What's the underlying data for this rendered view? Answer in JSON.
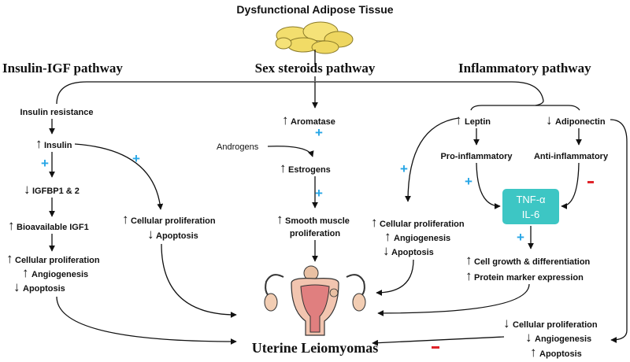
{
  "title": "Dysfunctional Adipose Tissue",
  "pathways": {
    "insulin": "Insulin-IGF pathway",
    "sex": "Sex steroids pathway",
    "inflammatory": "Inflammatory pathway"
  },
  "insulin": {
    "resistance": "Insulin resistance",
    "insulin": "Insulin",
    "igfbp": "IGFBP1 & 2",
    "igf1": "Bioavailable IGF1",
    "prolif": "Cellular proliferation",
    "angio": "Angiogenesis",
    "apop": "Apoptosis",
    "right_prolif": "Cellular proliferation",
    "right_apop": "Apoptosis"
  },
  "sex": {
    "aromatase": "Aromatase",
    "androgens": "Androgens",
    "estrogens": "Estrogens",
    "smooth1": "Smooth muscle",
    "smooth2": "proliferation"
  },
  "inflam": {
    "leptin": "Leptin",
    "adiponectin": "Adiponectin",
    "pro": "Pro-inflammatory",
    "anti": "Anti-inflammatory",
    "tnf": "TNF-α",
    "il6": "IL-6",
    "prolif": "Cellular proliferation",
    "angio": "Angiogenesis",
    "apop": "Apoptosis",
    "growth": "Cell growth & differentiation",
    "marker": "Protein marker expression",
    "adipo_prolif": "Cellular proliferation",
    "adipo_angio": "Angiogenesis",
    "adipo_apop": "Apoptosis"
  },
  "outcome": "Uterine Leiomyomas",
  "symbols": {
    "up": "↑",
    "down": "↓",
    "plus": "+"
  },
  "colors": {
    "plus": "#27a6e6",
    "minus": "#e0242a",
    "box": "#3dc6c4",
    "fat": "#f3de6e"
  }
}
